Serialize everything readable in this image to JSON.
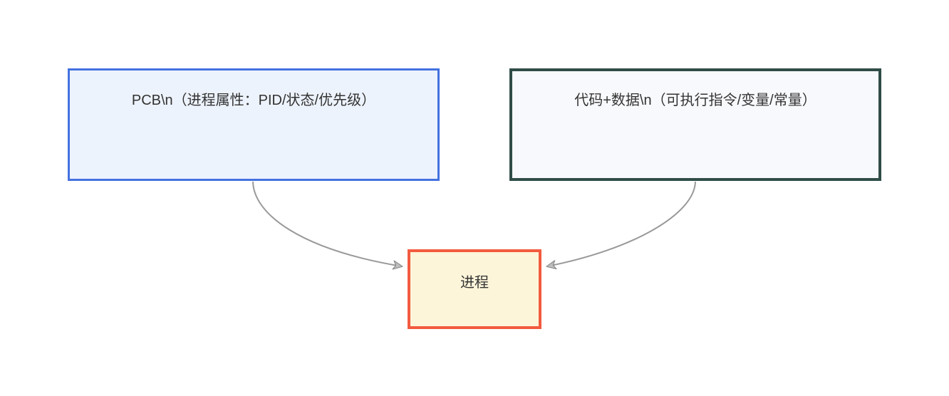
{
  "diagram": {
    "background_color": "#ffffff",
    "text_color": "#333333",
    "edge_color": "#999999",
    "arrowhead_color": "#bfbfbf",
    "nodes": {
      "pcb": {
        "label": "PCB\\n（进程属性：PID/状态/优先级）",
        "border_color": "#4371e0",
        "fill_color": "#edf3fc"
      },
      "code_data": {
        "label": "代码+数据\\n（可执行指令/变量/常量）",
        "border_color": "#304c47",
        "fill_color": "#f8f9fc"
      },
      "process": {
        "label": "进程",
        "border_color": "#f25b3f",
        "fill_color": "#fdf5da"
      }
    },
    "edges": [
      {
        "from": "pcb",
        "to": "process"
      },
      {
        "from": "code_data",
        "to": "process"
      }
    ]
  }
}
